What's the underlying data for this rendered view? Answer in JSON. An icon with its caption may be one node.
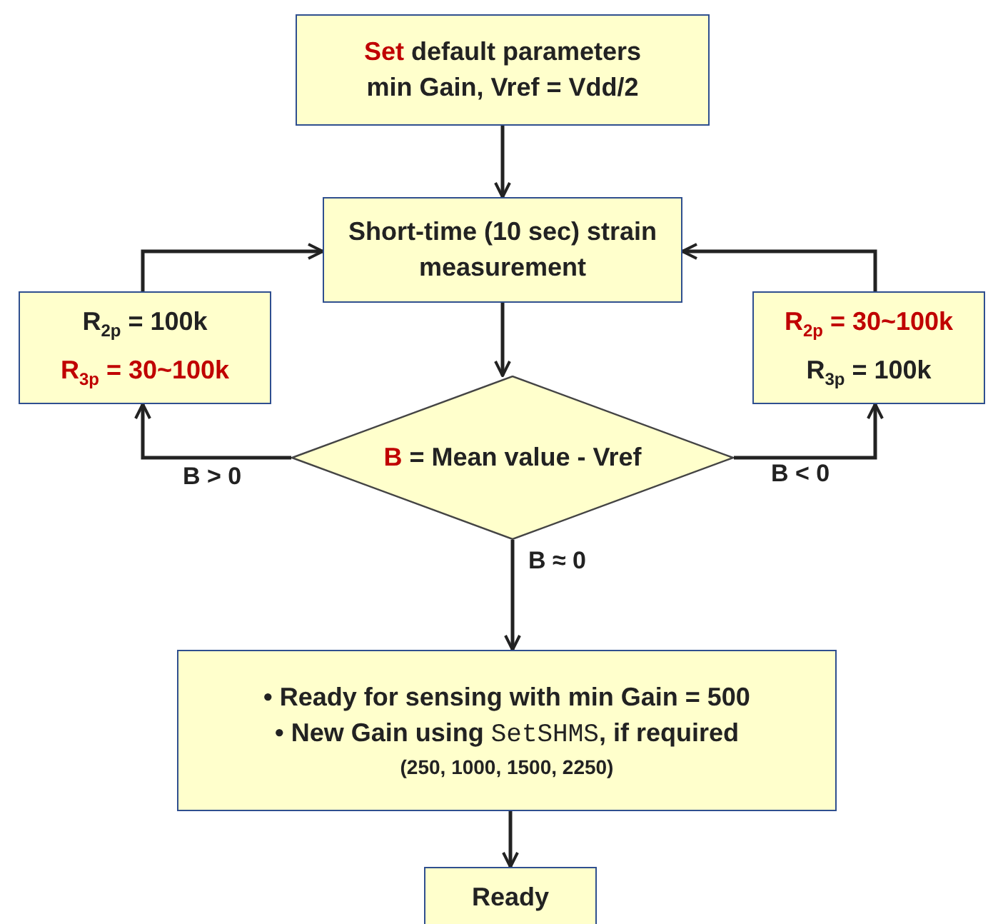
{
  "diagram": {
    "nodes": [
      {
        "text": [
          "**Set** default parameters min Gain, Vref = Vdd/2"
        ]
      },
      {
        "text": [
          "Short-time (10 sec) strain measurement"
        ]
      },
      {
        "text": [
          "R$_{2p}$ = 100k",
          "**R$_{3p}$ = 30~100k**"
        ]
      },
      {
        "text": [
          "**B** = Mean value - Vref"
        ]
      },
      {
        "text": [
          "**R$_{2p}$ = 30~100k**",
          "R$_{3p}$ = 100k"
        ]
      },
      {
        "text": [
          "• Ready for sensing with min Gain = 500",
          "• New Gain using *SetSHMS*, if required",
          "(250, 1000, 1500, 2250)"
        ]
      },
      {
        "text": [
          "Ready"
        ]
      }
    ],
    "edges": [
      {
        "from": 0,
        "to": 1,
        "arrow": "to"
      },
      {
        "from": 1,
        "to": 3,
        "arrow": "to"
      },
      {
        "from": 3,
        "to": 2,
        "arrow": "to",
        "label": "B > 0"
      },
      {
        "from": 2,
        "to": 1,
        "arrow": "to"
      },
      {
        "from": 3,
        "to": 4,
        "arrow": "to",
        "label": "B < 0"
      },
      {
        "from": 4,
        "to": 1,
        "arrow": "to"
      },
      {
        "from": 3,
        "to": 5,
        "arrow": "to",
        "label": "B ≈ 0"
      },
      {
        "from": 5,
        "to": 6,
        "arrow": "to"
      }
    ]
  }
}
